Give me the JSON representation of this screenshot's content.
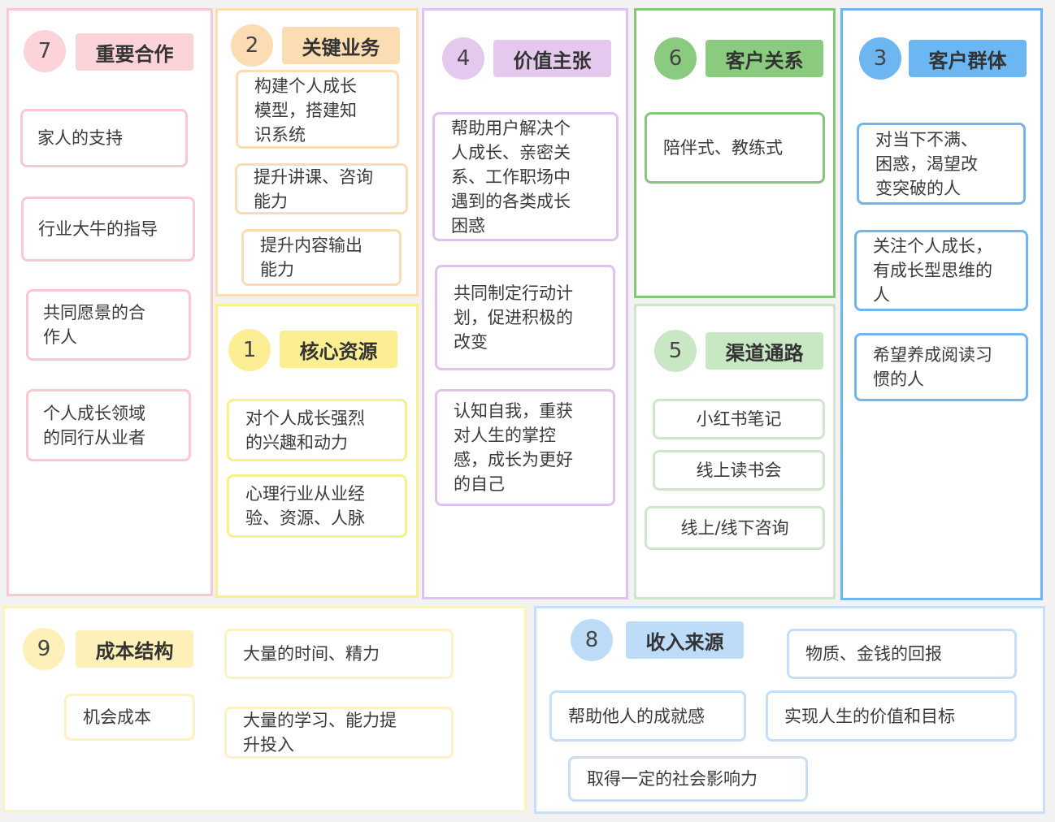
{
  "colors": {
    "pink": "#f9c9d0",
    "pink_fill": "#fbd3d8",
    "orange": "#fbdcb4",
    "orange_fill": "#fcdcb2",
    "yellow": "#fbef8c",
    "yellow_fill": "#fcef93",
    "purple": "#dfc3ec",
    "purple_fill": "#e5c8ee",
    "green": "#86c87b",
    "green_fill": "#8acb7f",
    "lightgreen": "#cfe6cb",
    "lightgreen_fill": "#c8e8c4",
    "blue": "#6fb5f0",
    "blue_fill": "#6cb6f2",
    "lightblue": "#c6def6",
    "lightblue_fill": "#bcdcf8",
    "lightyellow": "#fdf3c2",
    "lightyellow_fill": "#fdf0b8"
  },
  "sections": {
    "partners": {
      "number": "7",
      "title": "重要合作",
      "items": [
        "家人的支持",
        "行业大牛的指导",
        "共同愿景的合\n作人",
        "个人成长领域\n的同行从业者"
      ]
    },
    "activities": {
      "number": "2",
      "title": "关键业务",
      "items": [
        "构建个人成长\n模型，搭建知\n识系统",
        "提升讲课、咨询\n能力",
        "提升内容输出\n能力"
      ]
    },
    "resources": {
      "number": "1",
      "title": "核心资源",
      "items": [
        "对个人成长强烈\n的兴趣和动力",
        "心理行业从业经\n验、资源、人脉"
      ]
    },
    "value": {
      "number": "4",
      "title": "价值主张",
      "items": [
        "帮助用户解决个\n人成长、亲密关\n系、工作职场中\n遇到的各类成长\n困惑",
        "共同制定行动计\n划，促进积极的\n改变",
        "认知自我，重获\n对人生的掌控\n感，成长为更好\n的自己"
      ]
    },
    "relations": {
      "number": "6",
      "title": "客户关系",
      "items": [
        "陪伴式、教练式"
      ]
    },
    "channels": {
      "number": "5",
      "title": "渠道通路",
      "items": [
        "小红书笔记",
        "线上读书会",
        "线上/线下咨询"
      ]
    },
    "segments": {
      "number": "3",
      "title": "客户群体",
      "items": [
        "对当下不满、\n困惑，渴望改\n变突破的人",
        "关注个人成长，\n有成长型思维的\n人",
        "希望养成阅读习\n惯的人"
      ]
    },
    "costs": {
      "number": "9",
      "title": "成本结构",
      "items": [
        "机会成本",
        "大量的时间、精力",
        "大量的学习、能力提\n升投入"
      ]
    },
    "revenue": {
      "number": "8",
      "title": "收入来源",
      "items": [
        "物质、金钱的回报",
        "帮助他人的成就感",
        "实现人生的价值和目标",
        "取得一定的社会影响力"
      ]
    }
  }
}
